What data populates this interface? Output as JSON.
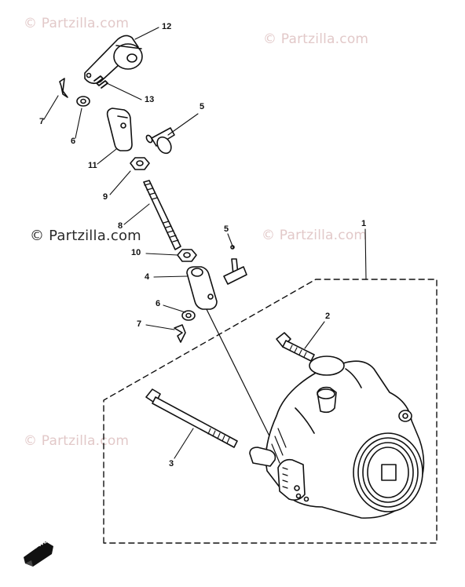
{
  "watermark": "© Partzilla.com",
  "callouts": {
    "c1": "1",
    "c2": "2",
    "c3": "3",
    "c4": "4",
    "c5a": "5",
    "c5b": "5",
    "c6a": "6",
    "c6b": "6",
    "c7a": "7",
    "c7b": "7",
    "c8": "8",
    "c9": "9",
    "c10": "10",
    "c11": "11",
    "c12": "12",
    "c13": "13"
  },
  "forward_badge": "FWD"
}
